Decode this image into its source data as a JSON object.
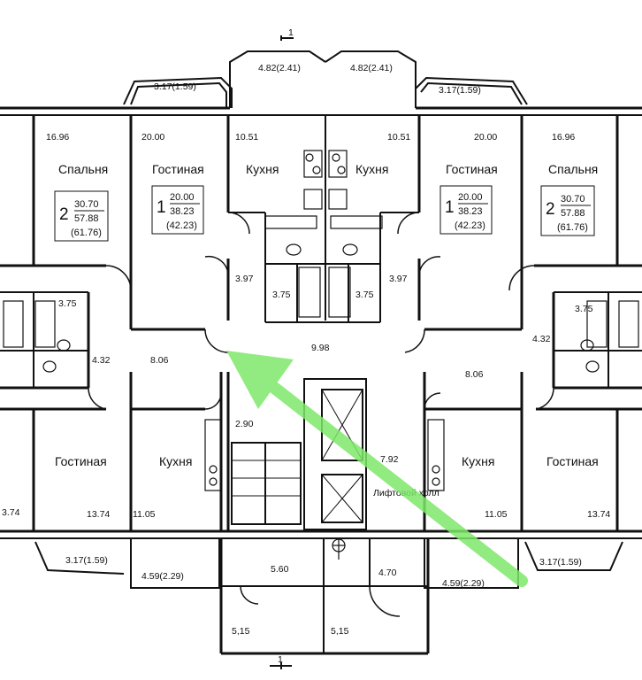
{
  "section_marker": "1",
  "balconies": {
    "top_left": "3.17(1.59)",
    "top_center_left": "4.82(2.41)",
    "top_center_right": "4.82(2.41)",
    "top_right": "3.17(1.59)",
    "bottom_left_a": "3.17(1.59)",
    "bottom_left_b": "4.59(2.29)",
    "bottom_right_a": "4.59(2.29)",
    "bottom_right_b": "3.17(1.59)"
  },
  "top_rooms": {
    "left_bedroom_area": "16.96",
    "left_bedroom_name": "Спальня",
    "left_living_area": "20.00",
    "left_living_name": "Гостиная",
    "left_kitchen_area": "10.51",
    "left_kitchen_name": "Кухня",
    "right_kitchen_area": "10.51",
    "right_kitchen_name": "Кухня",
    "right_living_area": "20.00",
    "right_living_name": "Гостиная",
    "right_bedroom_area": "16.96",
    "right_bedroom_name": "Спальня"
  },
  "apartments": {
    "a2_left": {
      "rooms": "2",
      "living": "30.70",
      "total": "57.88",
      "with_balcony": "(61.76)"
    },
    "a1_left": {
      "rooms": "1",
      "living": "20.00",
      "total": "38.23",
      "with_balcony": "(42.23)"
    },
    "a1_right": {
      "rooms": "1",
      "living": "20.00",
      "total": "38.23",
      "with_balcony": "(42.23)"
    },
    "a2_right": {
      "rooms": "2",
      "living": "30.70",
      "total": "57.88",
      "with_balcony": "(61.76)"
    }
  },
  "middle": {
    "bath_left": "3.75",
    "hall_left_small": "4.32",
    "hall_left": "8.06",
    "corr_left": "3.97",
    "wc_left": "3.75",
    "lobby": "9.98",
    "wc_right": "3.75",
    "corr_right": "3.97",
    "hall_right_small": "4.32",
    "hall_right": "8.06",
    "bath_right": "3.75"
  },
  "bottom_rooms": {
    "left_living_name": "Гостиная",
    "left_living_area": "13.74",
    "edge_left_area": "3.74",
    "left_kitchen_name": "Кухня",
    "left_kitchen_area": "11.05",
    "stair_area": "2.90",
    "lift_area": "7.92",
    "lift_label": "Лифтовой холл",
    "right_kitchen_name": "Кухня",
    "right_kitchen_area": "11.05",
    "right_living_name": "Гостиная",
    "right_living_area": "13.74"
  },
  "bottom_units": {
    "vestibule": "5.60",
    "room_right": "4.70",
    "porch_left": "5,15",
    "porch_right": "5,15"
  },
  "colors": {
    "walls": "#111111",
    "arrow": "#7ee86a"
  }
}
